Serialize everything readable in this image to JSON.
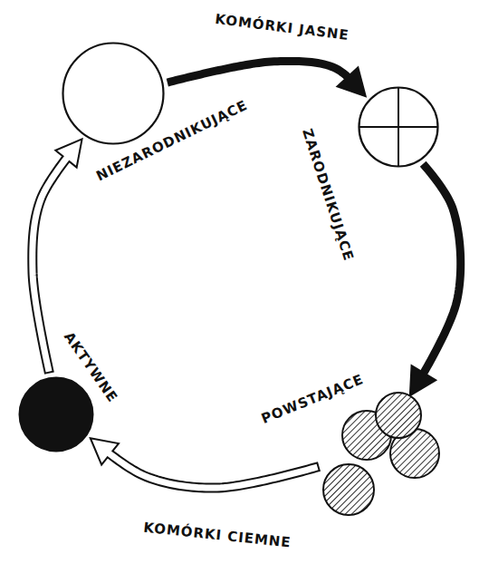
{
  "diagram": {
    "nodes": [
      {
        "text": [
          "NIEZARODNIKUJĄCE"
        ]
      },
      {
        "text": [
          "ZARODNIKUJĄCE"
        ]
      },
      {
        "text": [
          "POWSTAJĄCE"
        ]
      },
      {
        "text": [
          "AKTYWNE"
        ]
      }
    ],
    "edges": [
      {
        "from": 0,
        "to": 1,
        "arrow": "to"
      },
      {
        "from": 1,
        "to": 2,
        "arrow": "to"
      },
      {
        "from": 2,
        "to": 3,
        "arrow": "to"
      },
      {
        "from": 3,
        "to": 0,
        "arrow": "to"
      }
    ],
    "labels": [
      "KOMÓRKI JASNE",
      "KOMÓRKI CIEMNE"
    ]
  }
}
